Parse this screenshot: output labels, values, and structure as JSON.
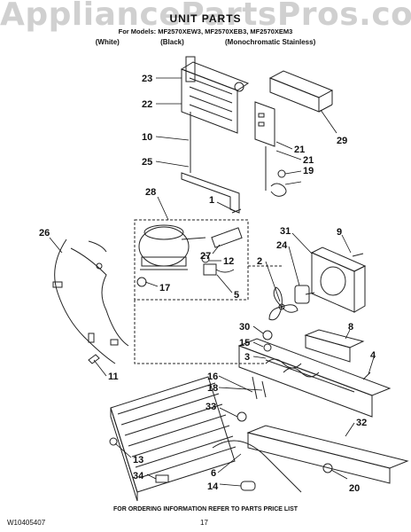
{
  "watermark": "AppliancePartsPros.com",
  "header": {
    "title": "UNIT PARTS",
    "models": "For Models: MF2570XEW3, MF2570XEB3, MF2570XEM3",
    "variants": [
      "(White)",
      "(Black)",
      "(Monochromatic Stainless)"
    ]
  },
  "callouts": [
    "23",
    "22",
    "10",
    "25",
    "28",
    "1",
    "26",
    "27",
    "12",
    "17",
    "5",
    "9",
    "31",
    "24",
    "2",
    "8",
    "30",
    "15",
    "3",
    "4",
    "11",
    "16",
    "18",
    "33",
    "13",
    "34",
    "6",
    "14",
    "32",
    "20",
    "29",
    "21",
    "19"
  ],
  "footer": {
    "note": "FOR ORDERING INFORMATION REFER TO PARTS PRICE LIST",
    "doc_number": "W10405407",
    "page": "17"
  }
}
